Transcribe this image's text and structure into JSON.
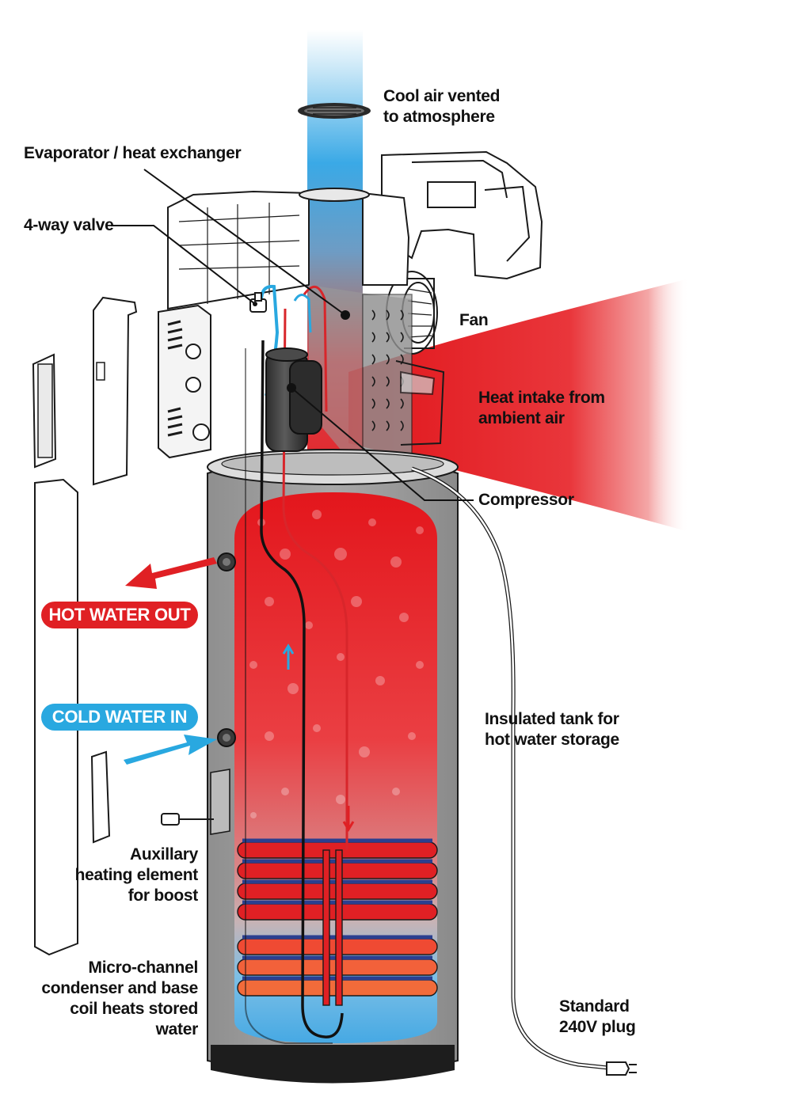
{
  "colors": {
    "hot": "#e02024",
    "cold": "#29a8e0",
    "tank_shell": "#9e9e9e",
    "coil_blue": "#2b3f8f",
    "coil_orange": "#f26b3a",
    "outline": "#1a1a1a"
  },
  "labels": {
    "cool_air": "Cool air vented\nto atmosphere",
    "evaporator": "Evaporator / heat exchanger",
    "valve": "4-way valve",
    "fan": "Fan",
    "heat_intake": "Heat intake from\nambient air",
    "compressor": "Compressor",
    "hot_out": "HOT WATER OUT",
    "cold_in": "COLD WATER IN",
    "tank": "Insulated tank for\nhot water storage",
    "aux": "Auxillary\nheating element\nfor boost",
    "condenser": "Micro-channel\ncondenser and base\ncoil heats stored water",
    "plug": "Standard\n240V plug"
  },
  "icons": {
    "hot_arrow": "arrow-left-icon",
    "cold_arrow": "arrow-right-icon",
    "plug": "plug-icon"
  }
}
